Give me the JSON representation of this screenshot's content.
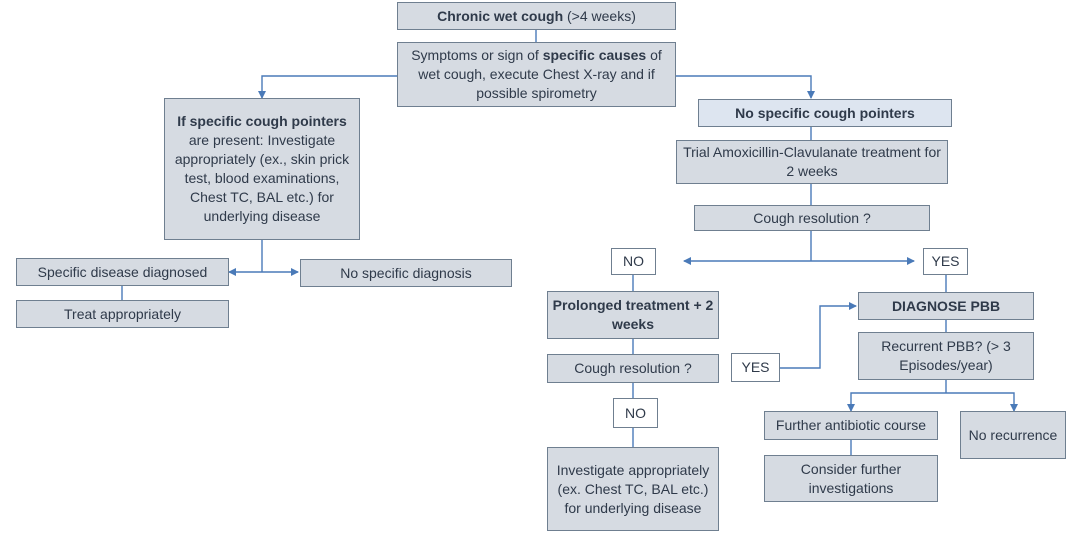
{
  "nodes": {
    "start_bold": "Chronic wet cough",
    "start_rest": " (>4 weeks)",
    "symptoms_1": "Symptoms or sign of ",
    "symptoms_bold": "specific causes",
    "symptoms_2": " of wet cough, execute Chest X-ray and if possible spirometry",
    "pointers_bold": "If specific cough pointers",
    "pointers_rest": "are present: Investigate appropriately (ex., skin prick test, blood examinations, Chest TC, BAL etc.) for underlying disease",
    "no_pointers": "No specific cough pointers",
    "trial": "Trial Amoxicillin-Clavulanate treatment for 2 weeks",
    "resolution_1": "Cough resolution ?",
    "no_1": "NO",
    "yes_1": "YES",
    "specific_disease": "Specific disease diagnosed",
    "no_specific_diagnosis": "No specific diagnosis",
    "treat": "Treat appropriately",
    "prolonged": "Prolonged treatment + 2 weeks",
    "diagnose_pbb": "DIAGNOSE PBB",
    "resolution_2": "Cough resolution ?",
    "yes_2": "YES",
    "recurrent": "Recurrent PBB? (> 3 Episodes/year)",
    "no_2": "NO",
    "further_antibiotic": "Further antibiotic course",
    "no_recurrence": "No recurrence",
    "consider": "Consider further investigations",
    "investigate": "Investigate appropriately (ex. Chest TC, BAL etc.) for underlying disease"
  },
  "colors": {
    "box_fill": "#d6dbe2",
    "highlight_fill": "#dde5f0",
    "border": "#6f7f90",
    "connector": "#4a7ab8"
  }
}
